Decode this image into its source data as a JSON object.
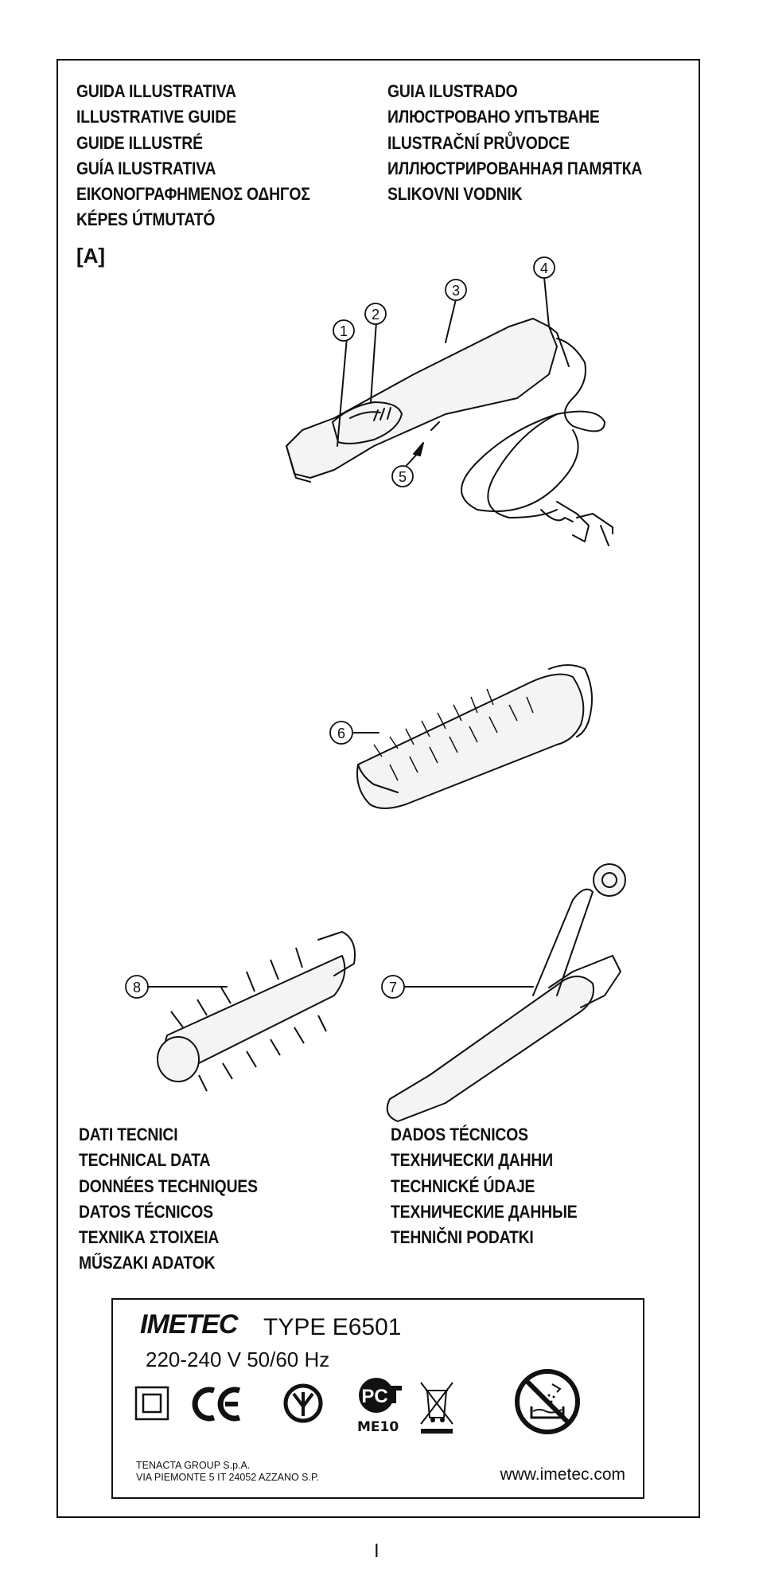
{
  "guide_headings_left": [
    "GUIDA ILLUSTRATIVA",
    "ILLUSTRATIVE GUIDE",
    "GUIDE ILLUSTRÉ",
    "GUÍA ILUSTRATIVA",
    "ΕΙΚΟΝΟΓΡΑΦΗΜΕΝΟΣ ΟΔΗΓΟΣ",
    "KÉPES ÚTMUTATÓ"
  ],
  "guide_headings_right": [
    "GUIA ILUSTRADO",
    "ИЛЮСТРОВАНО УПЪТВАНЕ",
    "ILUSTRAČNÍ PRŮVODCE",
    "ИЛЛЮСТРИРОВАННАЯ ПАМЯТКА",
    "SLIKOVNI VODNIK"
  ],
  "section_label": "[A]",
  "callouts": [
    "1",
    "2",
    "3",
    "4",
    "5",
    "6",
    "7",
    "8"
  ],
  "tech_headings_left": [
    "DATI TECNICI",
    "TECHNICAL DATA",
    "DONNÉES TECHNIQUES",
    "DATOS TÉCNICOS",
    "ΤΕΧΝΙΚΑ ΣΤΟΙΧΕΙΑ",
    "MŰSZAKI ADATOK"
  ],
  "tech_headings_right": [
    "DADOS TÉCNICOS",
    "ТЕХНИЧЕСКИ ДАННИ",
    "TECHNICKÉ ÚDAJE",
    "ТЕХНИЧЕСКИЕ ДАННЫЕ",
    "TEHNIČNI PODATKI"
  ],
  "rating_label": {
    "brand": "IMETEC",
    "type": "TYPE E6501",
    "power": "220-240 V  50/60 Hz",
    "cert_code": "ME10",
    "manufacturer": [
      "TENACTA GROUP S.p.A.",
      "VIA PIEMONTE 5 IT  24052 AZZANO S.P."
    ],
    "website": "www.imetec.com",
    "symbols": [
      "class-ii-icon",
      "ce-mark-icon",
      "imq-mark-icon",
      "gost-pct-mark-icon",
      "weee-bin-icon",
      "no-water-icon"
    ]
  },
  "page_number": "I"
}
